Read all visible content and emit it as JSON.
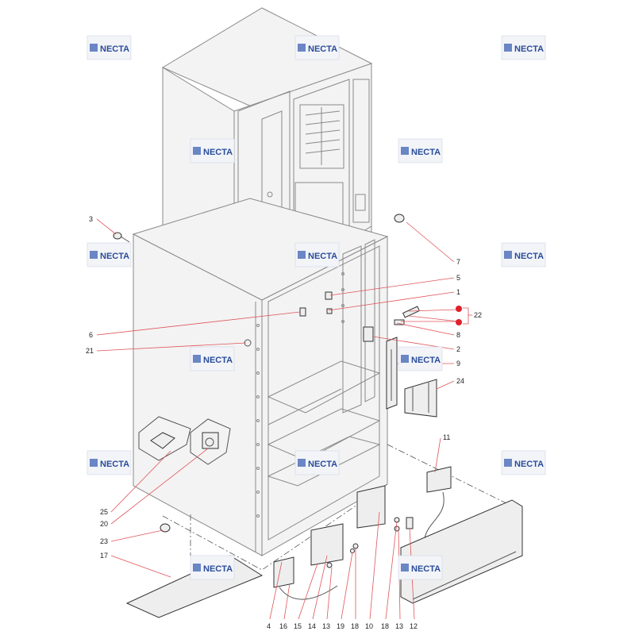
{
  "watermark_text": "NECTA",
  "watermarks": [
    {
      "id": "wm-top-left"
    },
    {
      "id": "wm-top-center"
    },
    {
      "id": "wm-top-right"
    },
    {
      "id": "wm-upper-center"
    },
    {
      "id": "wm-upper-right"
    },
    {
      "id": "wm-mid-left"
    },
    {
      "id": "wm-mid-center"
    },
    {
      "id": "wm-mid-right"
    },
    {
      "id": "wm-center-left"
    },
    {
      "id": "wm-center-right"
    },
    {
      "id": "wm-lower-left"
    },
    {
      "id": "wm-lower-center"
    },
    {
      "id": "wm-lower-right"
    },
    {
      "id": "wm-bottom-center"
    },
    {
      "id": "wm-bottom-right"
    }
  ],
  "part_labels": [
    "1",
    "2",
    "3",
    "4",
    "5",
    "6",
    "7",
    "8",
    "9",
    "10",
    "11",
    "12",
    "13",
    "13",
    "14",
    "15",
    "16",
    "17",
    "18",
    "18",
    "19",
    "20",
    "21",
    "22",
    "23",
    "24",
    "25"
  ],
  "colors": {
    "leader_line": "#e0555a",
    "marker_dot": "#e0202a",
    "watermark_text": "#2a4c9a",
    "outline": "#8a8a8a"
  }
}
